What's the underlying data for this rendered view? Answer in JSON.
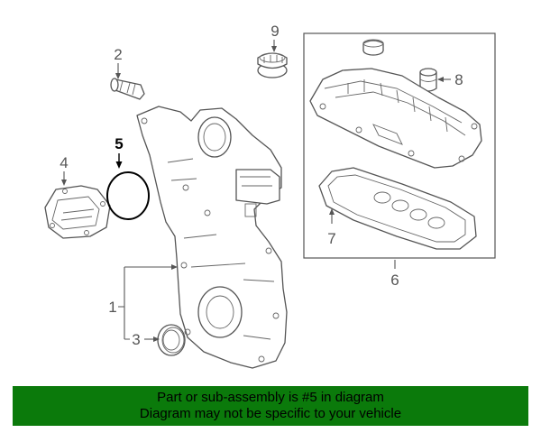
{
  "diagram": {
    "callouts": {
      "c1": "1",
      "c2": "2",
      "c3": "3",
      "c4": "4",
      "c5": "5",
      "c6": "6",
      "c7": "7",
      "c8": "8",
      "c9": "9"
    },
    "highlighted_part": "5",
    "colors": {
      "line": "#555555",
      "highlight": "#000000",
      "banner": "#0b7a0b"
    }
  },
  "banner": {
    "line1": "Part or sub-assembly is #5 in diagram",
    "line2": "Diagram may not be specific to your vehicle"
  }
}
